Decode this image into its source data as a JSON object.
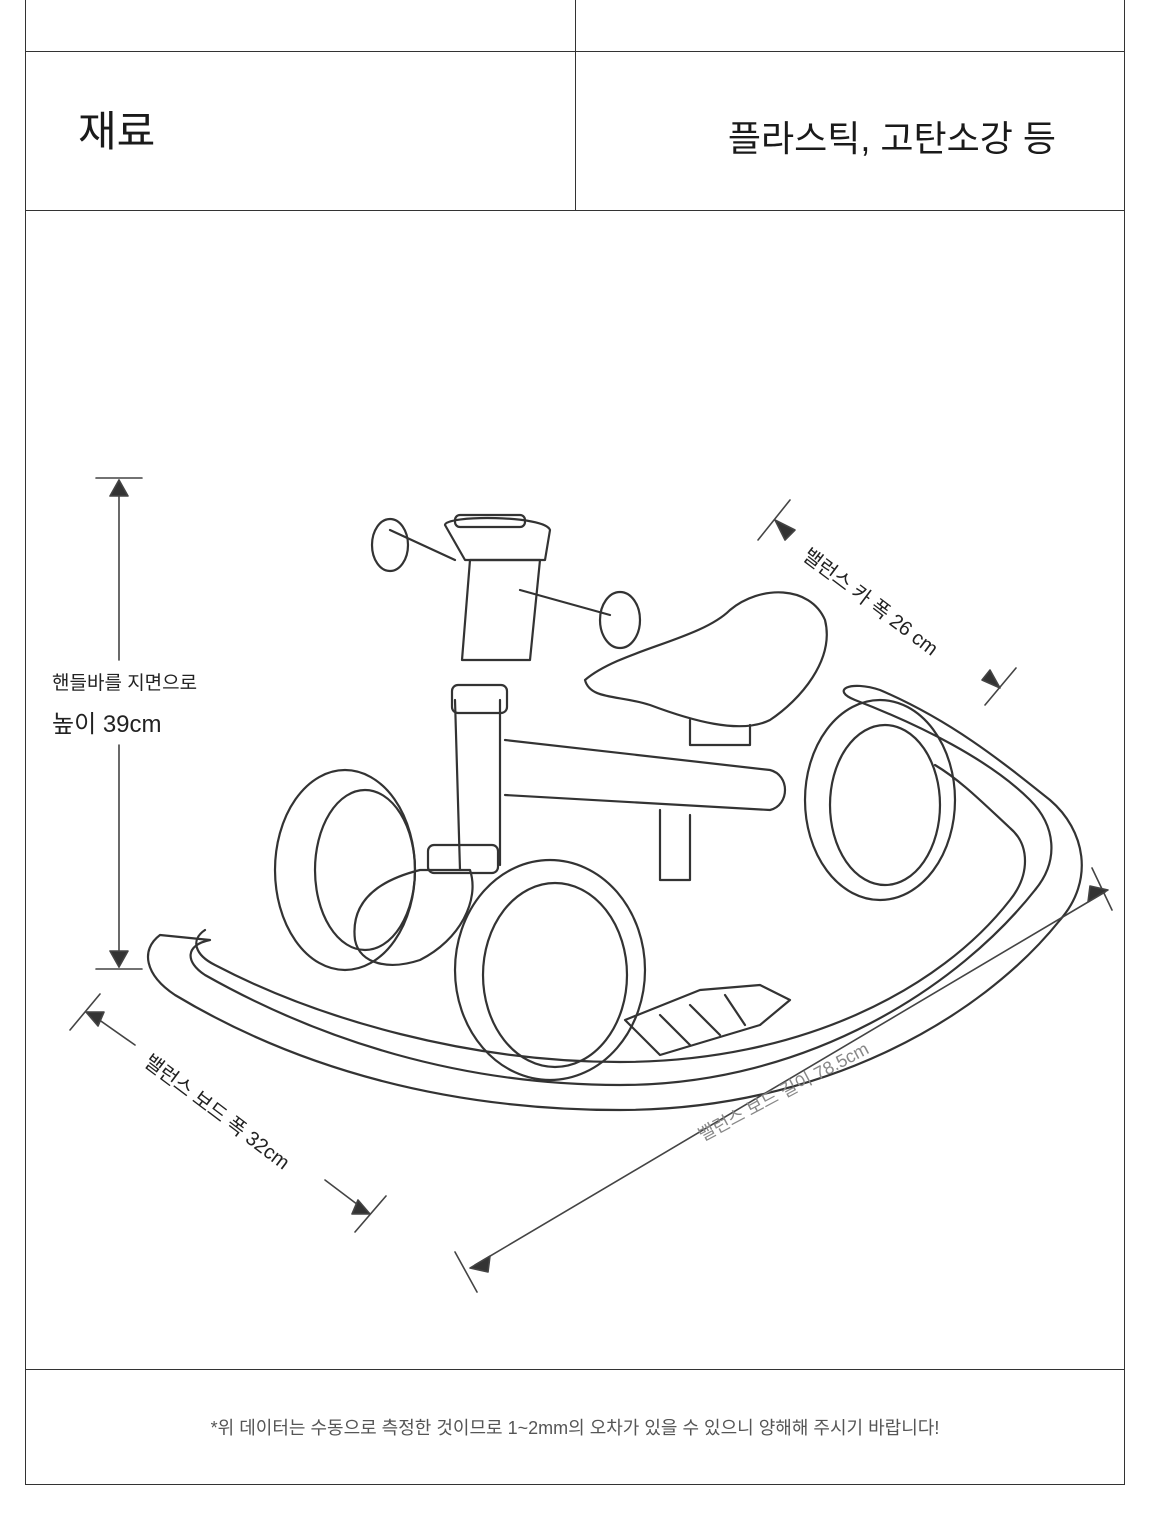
{
  "spec_table": {
    "material_label": "재료",
    "material_value": "플라스틱, 고탄소강 등"
  },
  "dimensions": {
    "handlebar_height_line1": "핸들바를 지면으로",
    "handlebar_height_line2": "높이 39cm",
    "car_width": "밸런스 카 폭 26 cm",
    "board_width": "밸런스 보드 폭 32cm",
    "board_length": "밸런스 보드 길이 78.5cm"
  },
  "footer": {
    "note": "*위 데이터는 수동으로 측정한 것이므로 1~2mm의 오차가 있을 수 있으니 양해해 주시기 바랍니다!"
  }
}
